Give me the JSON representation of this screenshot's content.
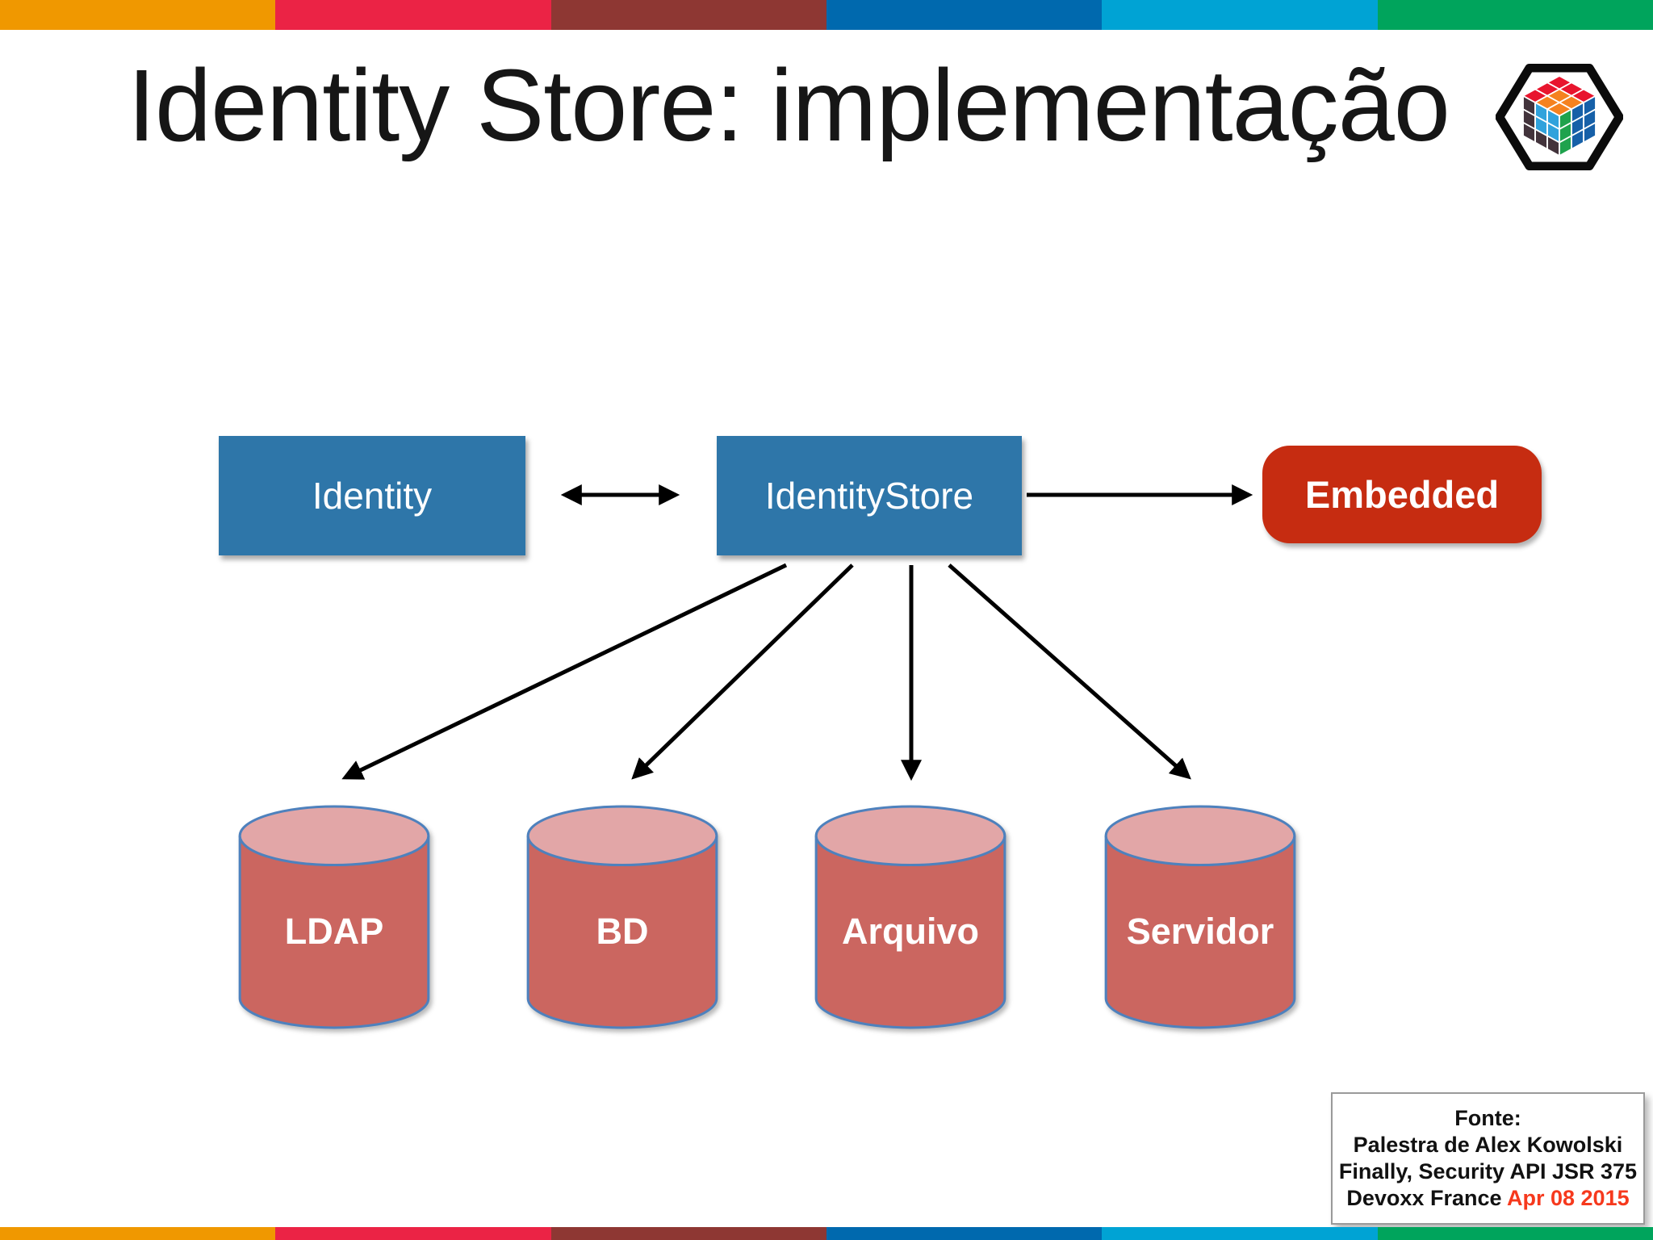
{
  "slide": {
    "title": "Identity Store: implementação",
    "logo_name": "hexagon-cube-logo"
  },
  "stripes": {
    "colors": [
      "#F09800",
      "#EB2345",
      "#8E3733",
      "#0069AE",
      "#00A3D4",
      "#00A45C"
    ]
  },
  "diagram": {
    "identity": {
      "label": "Identity",
      "color": "#2E76A9"
    },
    "identity_store": {
      "label": "IdentityStore",
      "color": "#2E76A9"
    },
    "embedded": {
      "label": "Embedded",
      "color": "#C62C11"
    },
    "stores": [
      {
        "label": "LDAP"
      },
      {
        "label": "BD"
      },
      {
        "label": "Arquivo"
      },
      {
        "label": "Servidor"
      }
    ],
    "cylinder_colors": {
      "body": "#CB6660",
      "top": "#E2A6A7",
      "stroke": "#4E81BD"
    },
    "arrow_color": "#000000"
  },
  "footer": {
    "line1": "Fonte:",
    "line2": "Palestra de Alex Kowolski",
    "line3": "Finally, Security API JSR 375",
    "line4_black": "Devoxx France",
    "line4_red": "Apr 08 2015",
    "red_color": "#F6391D"
  }
}
